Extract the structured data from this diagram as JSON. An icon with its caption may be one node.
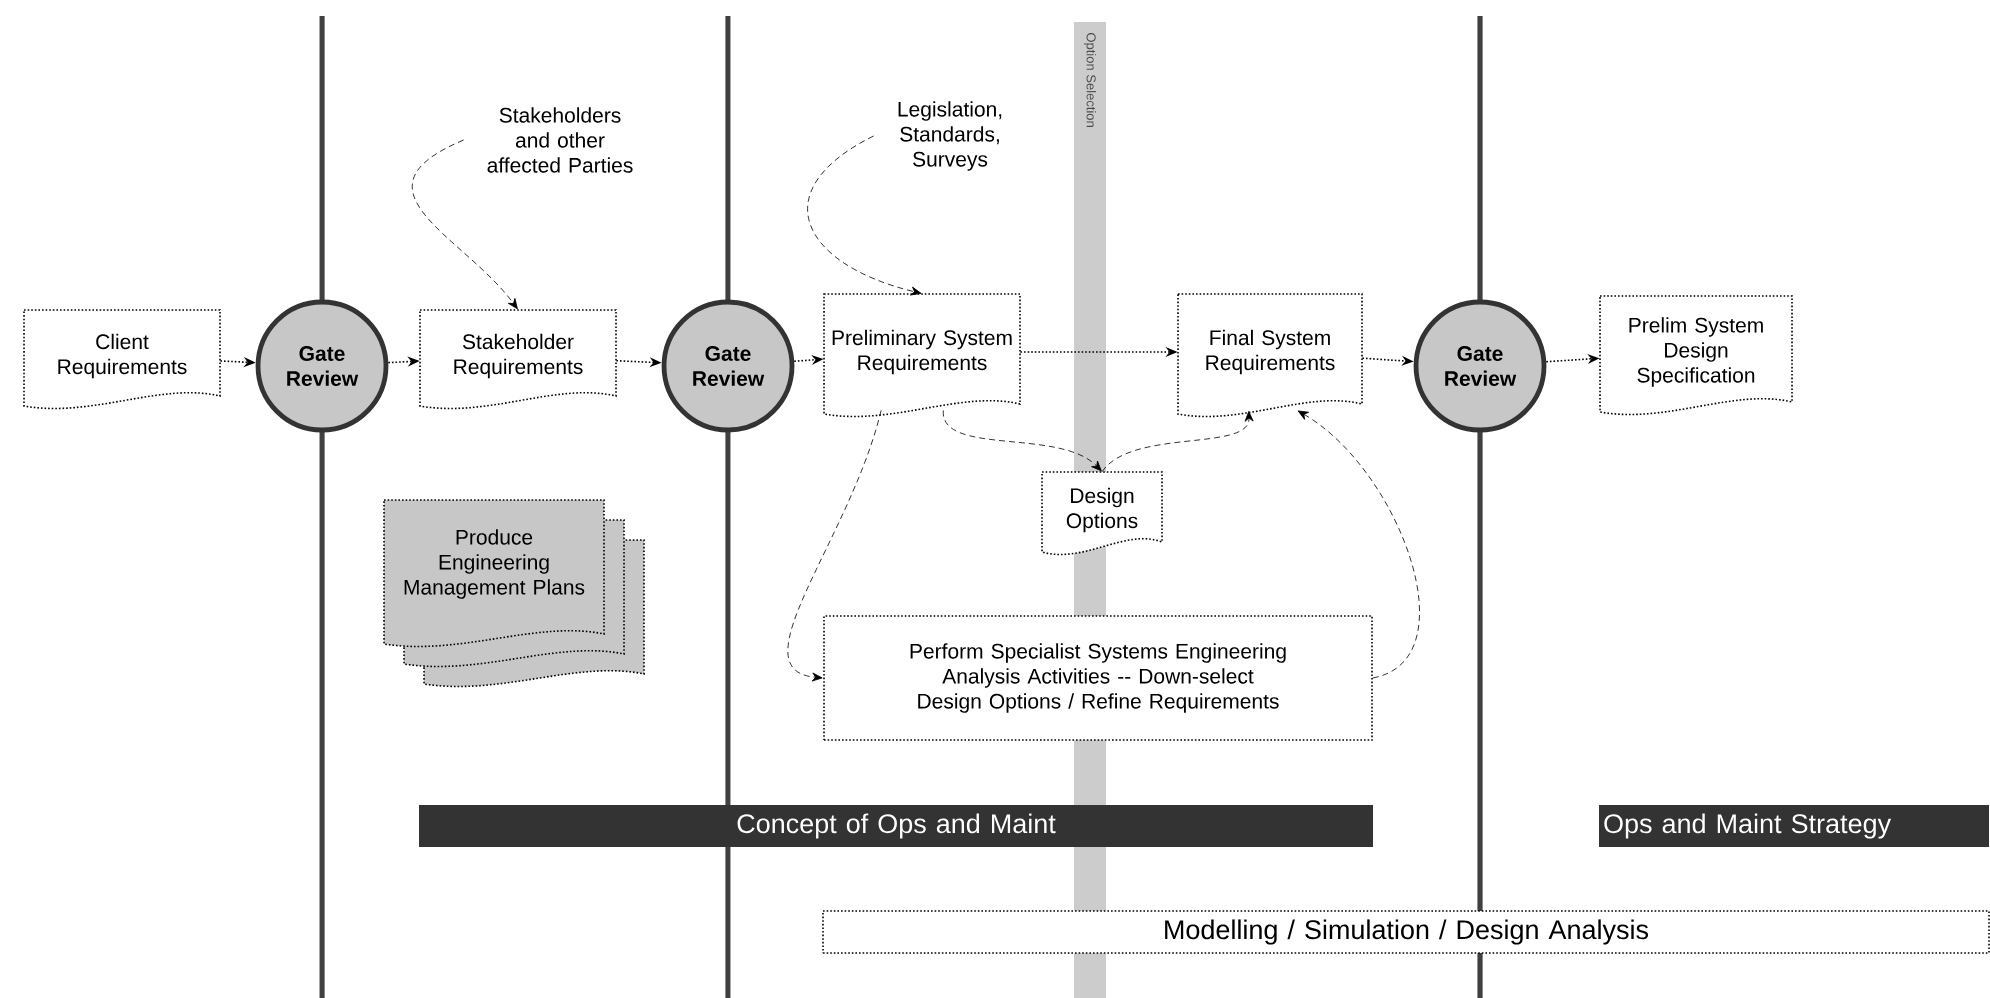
{
  "diagram": {
    "nodes": [
      {
        "text": [
          "Client Requirements"
        ]
      },
      {
        "text": [
          "Gate Review"
        ]
      },
      {
        "text": [
          "Stakeholder Requirements"
        ]
      },
      {
        "text": [
          "Gate Review"
        ]
      },
      {
        "text": [
          "Stakeholders and other affected Parties"
        ]
      },
      {
        "text": [
          "Legislation, Standards, Surveys"
        ]
      },
      {
        "text": [
          "Preliminary System Requirements"
        ]
      },
      {
        "text": [
          "Final System Requirements"
        ]
      },
      {
        "text": [
          "Gate Review"
        ]
      },
      {
        "text": [
          "Prelim System Design Specification"
        ]
      },
      {
        "text": [
          "Design Options"
        ]
      },
      {
        "text": [
          "Produce Engineering Management Plans"
        ]
      },
      {
        "text": [
          "Perform Specialist Systems Engineering Analysis Activities -- Down-select Design Options / Refine Requirements"
        ]
      },
      {
        "text": [
          "Concept of Ops and Maint"
        ]
      },
      {
        "text": [
          "Ops and Maint Strategy"
        ]
      },
      {
        "text": [
          "Modelling / Simulation / Design Analysis"
        ]
      },
      {
        "text": [
          "Option Selection"
        ]
      }
    ],
    "edges": [
      {
        "from": 0,
        "to": 1,
        "arrow": "to"
      },
      {
        "from": 1,
        "to": 2,
        "arrow": "to"
      },
      {
        "from": 2,
        "to": 3,
        "arrow": "to"
      },
      {
        "from": 3,
        "to": 6,
        "arrow": "to"
      },
      {
        "from": 6,
        "to": 7,
        "arrow": "to"
      },
      {
        "from": 7,
        "to": 8,
        "arrow": "to"
      },
      {
        "from": 8,
        "to": 9,
        "arrow": "to"
      },
      {
        "from": 4,
        "to": 2,
        "arrow": "to"
      },
      {
        "from": 5,
        "to": 6,
        "arrow": "to"
      },
      {
        "from": 6,
        "to": 10,
        "arrow": "to"
      },
      {
        "from": 10,
        "to": 7,
        "arrow": "to"
      },
      {
        "from": 6,
        "to": 12,
        "arrow": "to"
      },
      {
        "from": 12,
        "to": 7,
        "arrow": "to"
      }
    ]
  }
}
